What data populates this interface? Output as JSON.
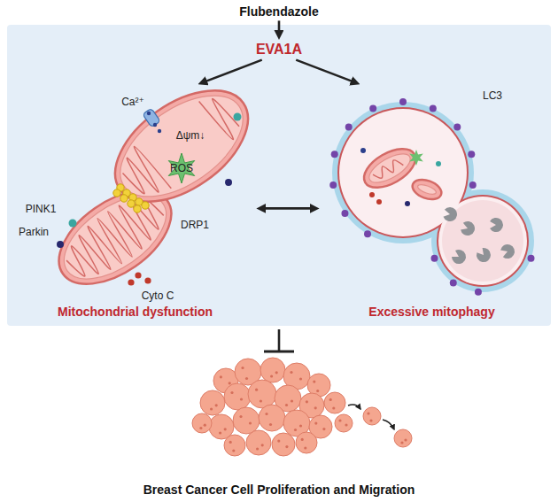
{
  "diagram": {
    "nodes": [
      {
        "text": [
          "Flubendazole"
        ]
      },
      {
        "text": [
          "EVA1A"
        ]
      },
      {
        "text": [
          "Mitochondrial dysfunction"
        ]
      },
      {
        "text": [
          "Excessive mitophagy"
        ]
      },
      {
        "text": [
          "Breast Cancer Cell Proliferation and Migration"
        ]
      }
    ],
    "edges": [
      {
        "from": 0,
        "to": 1,
        "arrow": "to"
      },
      {
        "from": 1,
        "to": 2,
        "arrow": "to"
      },
      {
        "from": 1,
        "to": 3,
        "arrow": "to"
      },
      {
        "from": 2,
        "to": 3,
        "arrow": "both"
      }
    ],
    "labels": [
      "Ca²⁺",
      "Δψm↓",
      "ROS",
      "PINK1",
      "Parkin",
      "DRP1",
      "Cyto C",
      "LC3"
    ]
  }
}
